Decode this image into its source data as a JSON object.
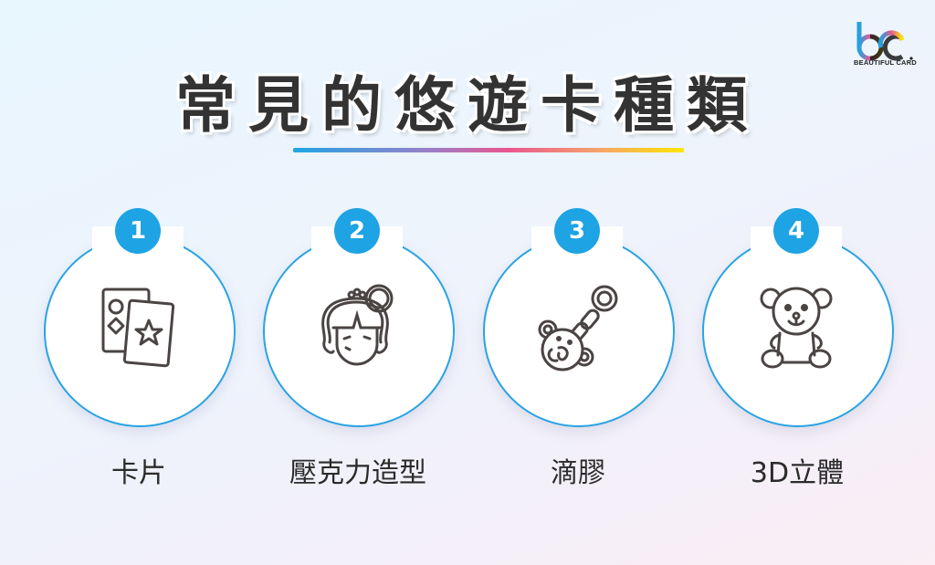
{
  "brand": {
    "logo_text": "BEAUTIFUL CARD",
    "logo_icon": "bc-logo-icon"
  },
  "title": "常見的悠遊卡種類",
  "colors": {
    "accent": "#1ea3e4",
    "text": "#333333",
    "gradient": [
      "#1fa6e6",
      "#e9568f",
      "#fde600"
    ]
  },
  "items": [
    {
      "number": "1",
      "label": "卡片",
      "icon": "playing-cards-icon"
    },
    {
      "number": "2",
      "label": "壓克力造型",
      "icon": "girl-keychain-icon"
    },
    {
      "number": "3",
      "label": "滴膠",
      "icon": "bear-keychain-icon"
    },
    {
      "number": "4",
      "label": "3D立體",
      "icon": "teddy-bear-icon"
    }
  ]
}
